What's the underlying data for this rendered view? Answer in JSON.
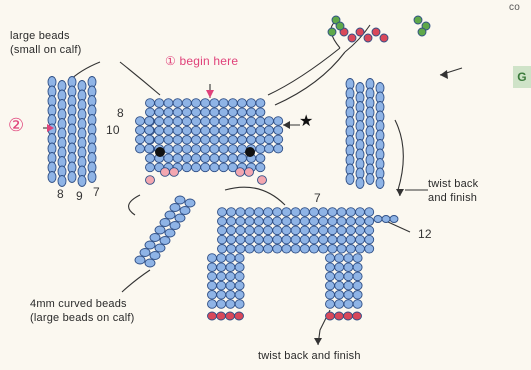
{
  "labels": {
    "large_beads_line1": "large beads",
    "large_beads_line2": "(small on calf)",
    "begin_here": "① begin here",
    "circle_2": "②",
    "twist_right_line1": "twist back",
    "twist_right_line2": "and finish",
    "curved_line1": "4mm curved beads",
    "curved_line2": "(large beads on calf)",
    "twist_bottom": "twist back and finish",
    "star": "★",
    "corner_top": "co",
    "corner_green": "G"
  },
  "numbers": {
    "n8_ear": "8",
    "n10": "10",
    "n8_bottom": "8",
    "n9": "9",
    "n7_bottom": "7",
    "n7_body": "7",
    "n12": "12"
  },
  "colors": {
    "blue_bead": "#8fb4e6",
    "bead_outline": "#2f4f86",
    "pink_bead": "#f3a7b0",
    "red_bead": "#d9485a",
    "green_bead": "#5fa84a",
    "label_pink": "#e0427a"
  }
}
